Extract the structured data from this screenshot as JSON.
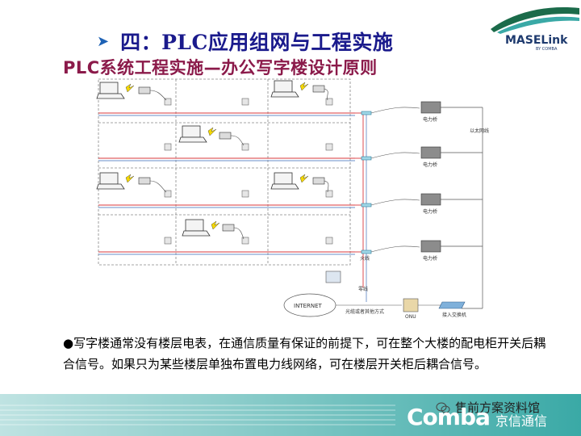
{
  "header": {
    "title": "四：PLC应用组网与工程实施",
    "subtitle": "PLC系统工程实施—办公写字楼设计原则"
  },
  "logo": {
    "brand": "MASELink",
    "tagline": "BY COMBA"
  },
  "diagram": {
    "bridge_label": "电力桥",
    "ethernet_label": "以太网线",
    "fire_line_label": "火线",
    "zero_line_label": "零线",
    "internet_label": "INTERNET",
    "fiber_label": "光缆或者其他方式",
    "onu_label": "ONU",
    "switch_label": "接入交换机"
  },
  "body": {
    "bullet": "●",
    "text": "写字楼通常没有楼层电表，在通信质量有保证的前提下，可在整个大楼的配电柜开关后耦合信号。如果只为某些楼层单独布置电力线网络，可在楼层开关柜后耦合信号。"
  },
  "footer": {
    "wechat_label": "售前方案资料馆",
    "brand": "Comba",
    "brand_chinese": "京信通信"
  },
  "colors": {
    "heading": "#1a1a8c",
    "subheading": "#8b1a4a",
    "footer_teal": "#3aa9a6",
    "wire_red": "#d8383d",
    "wire_blue": "#6a8fc8"
  }
}
